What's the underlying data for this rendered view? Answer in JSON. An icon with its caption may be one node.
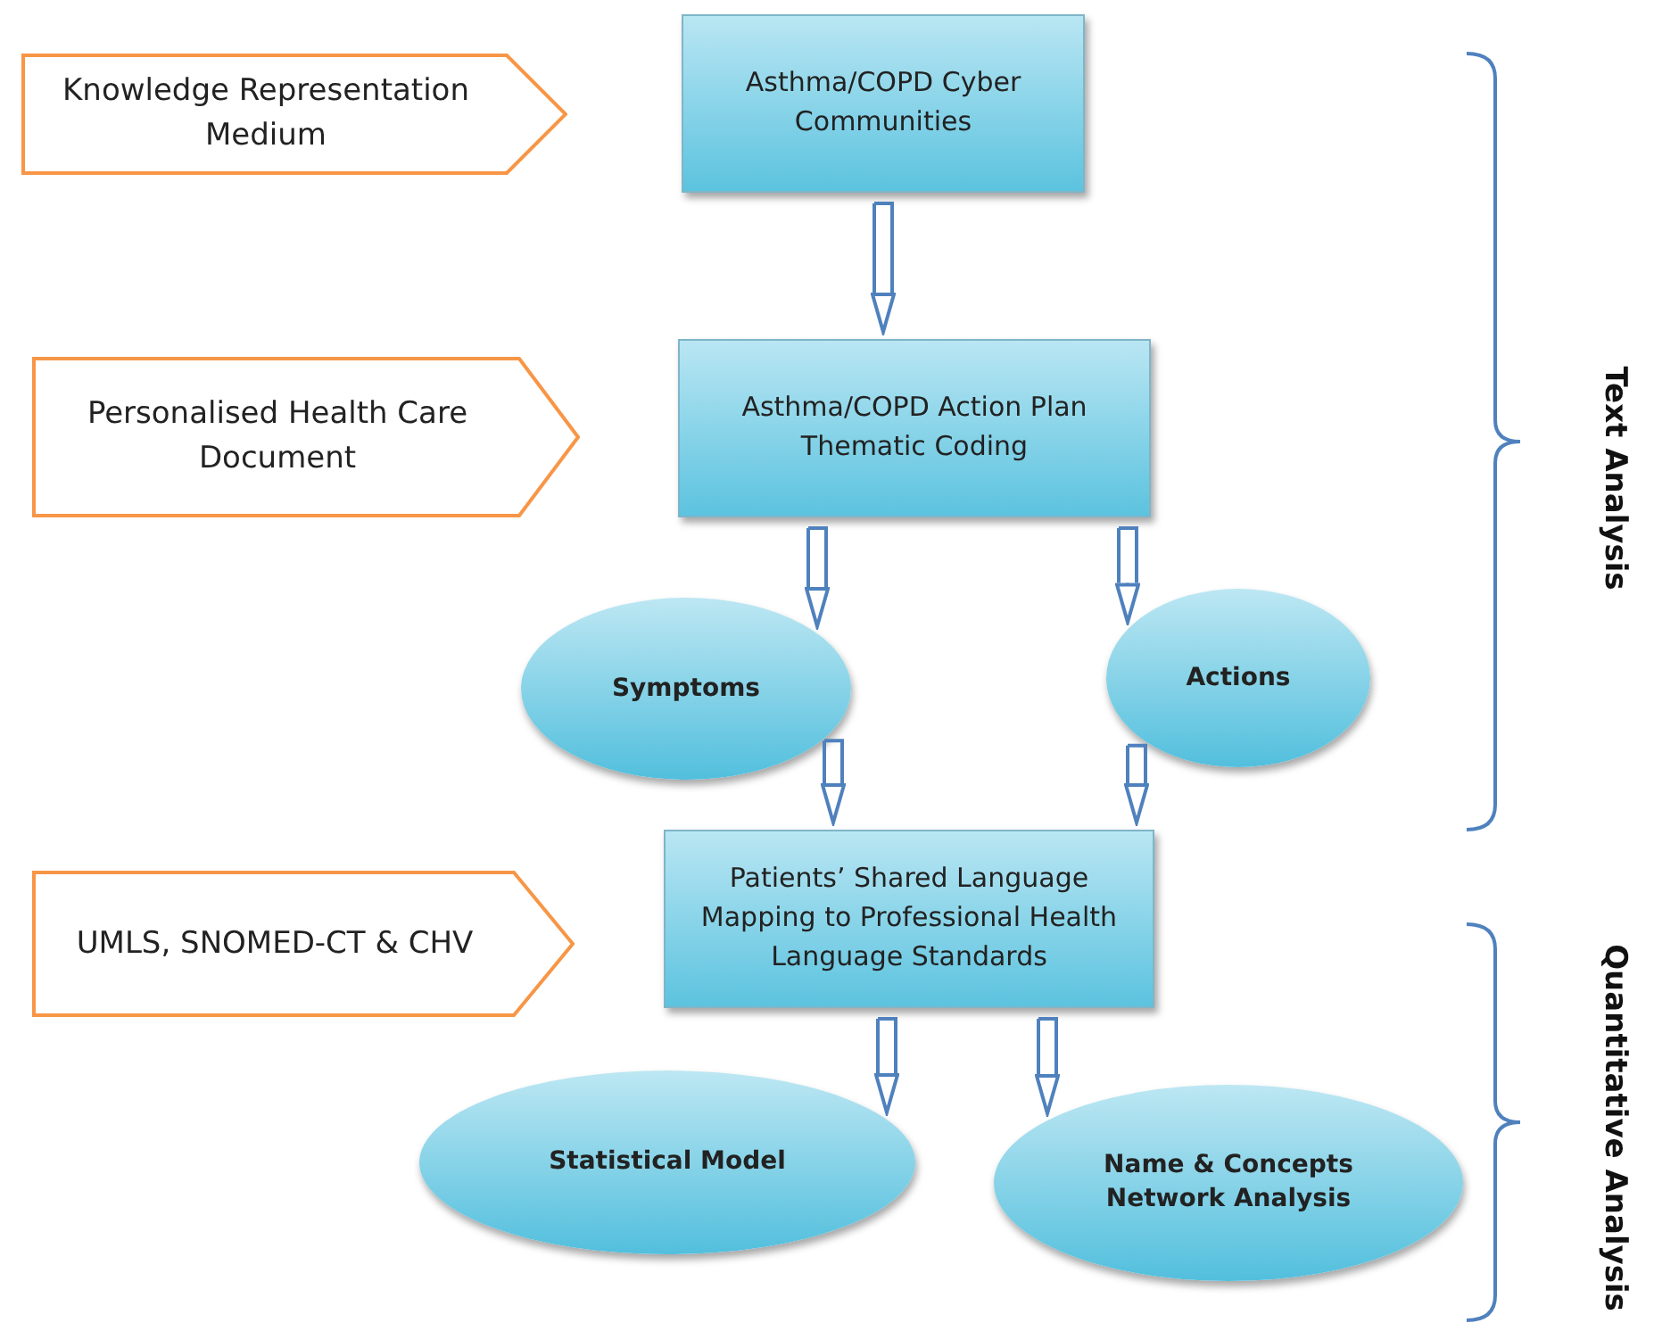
{
  "diagram": {
    "nodes": [
      {
        "text": [
          "Knowledge Representation Medium"
        ]
      },
      {
        "text": [
          "Asthma/COPD Cyber Communities"
        ]
      },
      {
        "text": [
          "Personalised Health Care Document"
        ]
      },
      {
        "text": [
          "Asthma/COPD Action Plan Thematic Coding"
        ]
      },
      {
        "text": [
          "Symptoms"
        ]
      },
      {
        "text": [
          "Actions"
        ]
      },
      {
        "text": [
          "UMLS, SNOMED-CT & CHV"
        ]
      },
      {
        "text": [
          "Patients’ Shared Language Mapping to Professional Health Language Standards"
        ]
      },
      {
        "text": [
          "Statistical Model"
        ]
      },
      {
        "text": [
          "Name & Concepts Network Analysis"
        ]
      }
    ],
    "edges": [
      {
        "from": 1,
        "to": 3,
        "arrow": "to"
      },
      {
        "from": 3,
        "to": 4,
        "arrow": "to"
      },
      {
        "from": 3,
        "to": 5,
        "arrow": "to"
      },
      {
        "from": 4,
        "to": 7,
        "arrow": "to"
      },
      {
        "from": 5,
        "to": 7,
        "arrow": "to"
      },
      {
        "from": 7,
        "to": 8,
        "arrow": "to"
      },
      {
        "from": 7,
        "to": 9,
        "arrow": "to"
      }
    ],
    "labels": [
      "Text Analysis",
      "Quantitative Analysis"
    ]
  }
}
